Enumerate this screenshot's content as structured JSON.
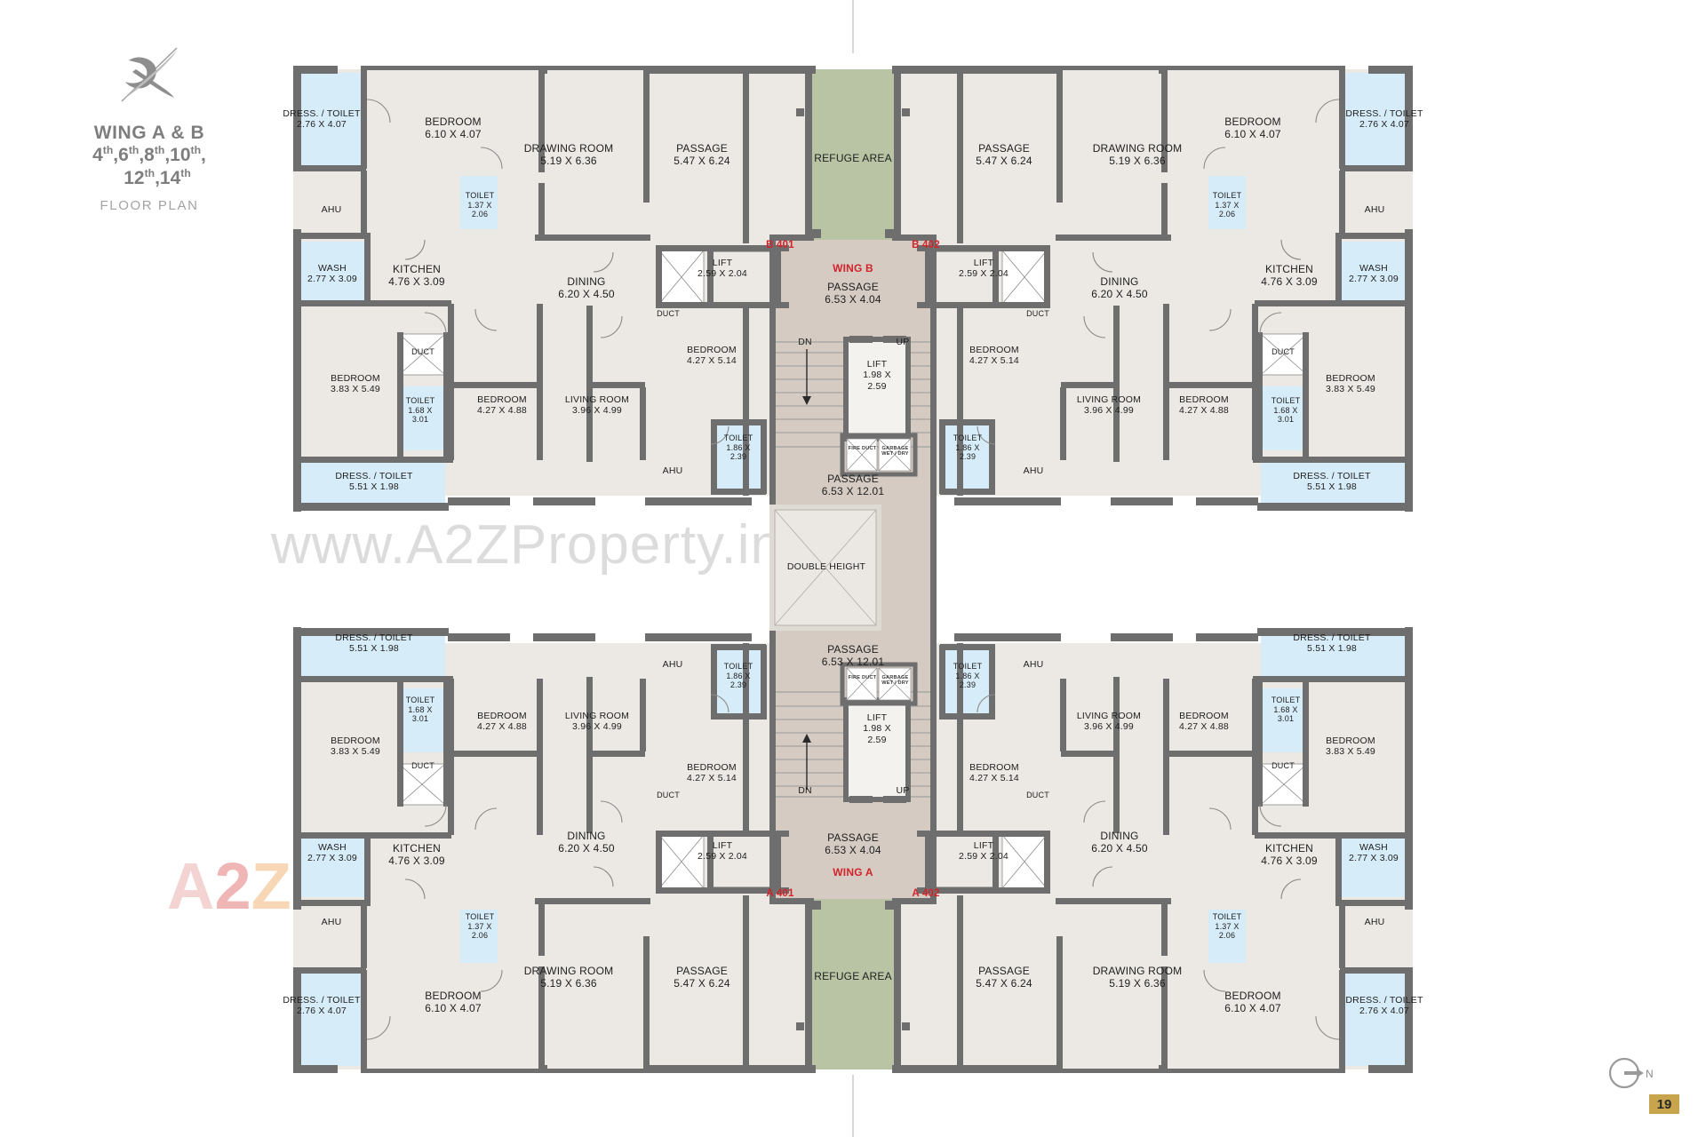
{
  "title_block": {
    "logo_icon": "stylized-x-logo",
    "wing_title": "WING A & B",
    "floors_line1": "4th,6th,8th,10th,",
    "floors_line2": "12th,14th",
    "floor_ordinals_line1": [
      "4",
      "6",
      "8",
      "10"
    ],
    "floor_ordinals_line2": [
      "12",
      "14"
    ],
    "ordinal_suffix": "th",
    "plan_label": "FLOOR PLAN"
  },
  "watermarks": {
    "url": "www.A2ZProperty.in",
    "brand_letters": [
      {
        "ch": "A",
        "color": "#e8a0a0"
      },
      {
        "ch": "2",
        "color": "#e0605f"
      },
      {
        "ch": "Z",
        "color": "#f0a860"
      },
      {
        "ch": " ",
        "color": "#ffffff"
      },
      {
        "ch": "P",
        "color": "#8fb4e0"
      },
      {
        "ch": "r",
        "color": "#e07a72"
      },
      {
        "ch": "o",
        "color": "#f2c14e"
      },
      {
        "ch": "p",
        "color": "#8fb4e0"
      },
      {
        "ch": "e",
        "color": "#7fbf7f"
      },
      {
        "ch": "r",
        "color": "#e8c04a"
      },
      {
        "ch": "t",
        "color": "#9fcf80"
      },
      {
        "ch": "y",
        "color": "#c9d66a"
      }
    ]
  },
  "colors": {
    "wall": "#6e6e6e",
    "room_fill": "#ece9e4",
    "wet_fill": "#d6ecf8",
    "refuge_fill": "#b9c4a4",
    "passage_fill": "#d5cbc3",
    "void_fill": "#e6e3de",
    "unit_label": "#d2232a",
    "page_badge": "#c8a44c",
    "text": "#1e1e1e"
  },
  "compass": {
    "label": "N",
    "icon": "north-arrow-icon"
  },
  "page_number": "19",
  "core": {
    "refuge_label": "REFUGE AREA",
    "double_height_label": "DOUBLE HEIGHT",
    "stair_down": "DN",
    "stair_up": "UP",
    "fire_duct": "FIRE DUCT",
    "garbage": "GARBAGE WET / DRY",
    "lift_center": {
      "name": "LIFT",
      "dim_line1": "1.98 X",
      "dim_line2": "2.59"
    },
    "passage_short": {
      "name": "PASSAGE",
      "dim": "6.53 X 4.04"
    },
    "passage_long": {
      "name": "PASSAGE",
      "dim": "6.53 X 12.01"
    }
  },
  "wings": [
    {
      "id": "B",
      "label": "WING B",
      "units": [
        "B 401",
        "B 402"
      ]
    },
    {
      "id": "A",
      "label": "WING A",
      "units": [
        "A 401",
        "A 402"
      ]
    }
  ],
  "rooms": {
    "dress_toilet_corner": {
      "name": "DRESS. / TOILET",
      "dim": "2.76 X 4.07"
    },
    "bedroom_corner": {
      "name": "BEDROOM",
      "dim": "6.10 X 4.07"
    },
    "drawing_room": {
      "name": "DRAWING ROOM",
      "dim": "5.19 X 6.36"
    },
    "passage_unit": {
      "name": "PASSAGE",
      "dim": "5.47 X 6.24"
    },
    "toilet_small": {
      "name": "TOILET",
      "dim_line1": "1.37 X",
      "dim_line2": "2.06"
    },
    "ahu": {
      "name": "AHU"
    },
    "wash": {
      "name": "WASH",
      "dim": "2.77 X 3.09"
    },
    "kitchen": {
      "name": "KITCHEN",
      "dim": "4.76 X 3.09"
    },
    "dining": {
      "name": "DINING",
      "dim": "6.20 X 4.50"
    },
    "duct": {
      "name": "DUCT"
    },
    "lift_side": {
      "name": "LIFT",
      "dim": "2.59 X 2.04"
    },
    "bedroom_core": {
      "name": "BEDROOM",
      "dim": "4.27 X 5.14"
    },
    "bedroom_outer": {
      "name": "BEDROOM",
      "dim": "3.83 X 5.49"
    },
    "toilet_mid": {
      "name": "TOILET",
      "dim_line1": "1.68 X",
      "dim_line2": "3.01"
    },
    "bedroom_mid": {
      "name": "BEDROOM",
      "dim": "4.27 X 4.88"
    },
    "living_room": {
      "name": "LIVING ROOM",
      "dim": "3.96 X 4.99"
    },
    "toilet_inner": {
      "name": "TOILET",
      "dim_line1": "1.86 X",
      "dim_line2": "2.39"
    },
    "dress_toilet_long": {
      "name": "DRESS. / TOILET",
      "dim": "5.51 X 1.98"
    }
  }
}
